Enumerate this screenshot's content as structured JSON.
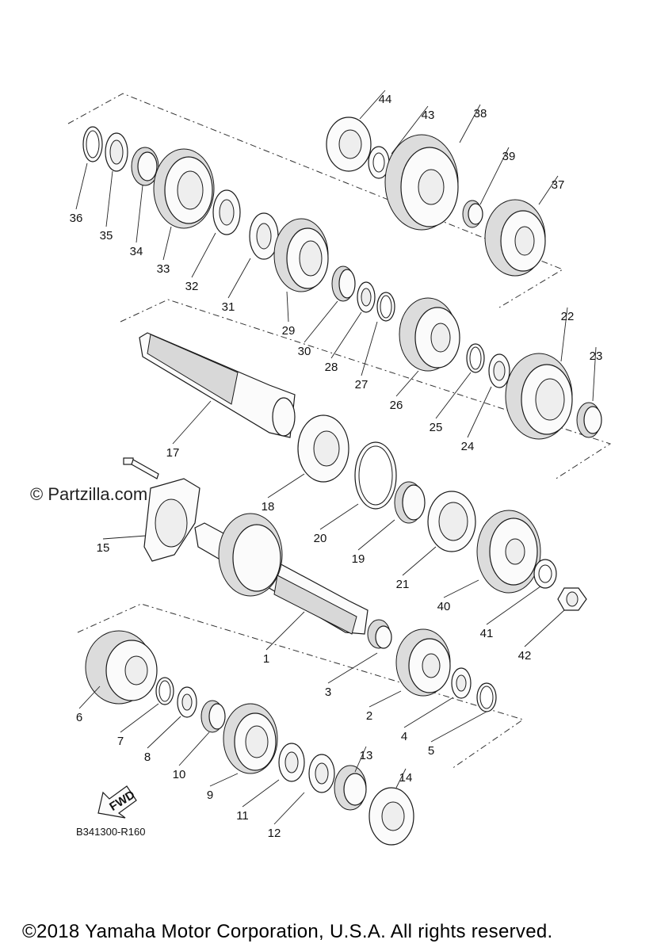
{
  "watermark": "© Partzilla.com",
  "diagram_code": "B341300-R160",
  "copyright": "©2018  Yamaha Motor Corporation, U.S.A. All rights reserved.",
  "fwd_label": "FWD",
  "callouts": [
    "1",
    "2",
    "3",
    "4",
    "5",
    "6",
    "7",
    "8",
    "9",
    "10",
    "11",
    "12",
    "13",
    "14",
    "15",
    "17",
    "18",
    "19",
    "20",
    "21",
    "22",
    "23",
    "24",
    "25",
    "26",
    "27",
    "28",
    "29",
    "30",
    "31",
    "32",
    "33",
    "34",
    "35",
    "36",
    "37",
    "38",
    "39",
    "40",
    "41",
    "42",
    "43",
    "44"
  ]
}
